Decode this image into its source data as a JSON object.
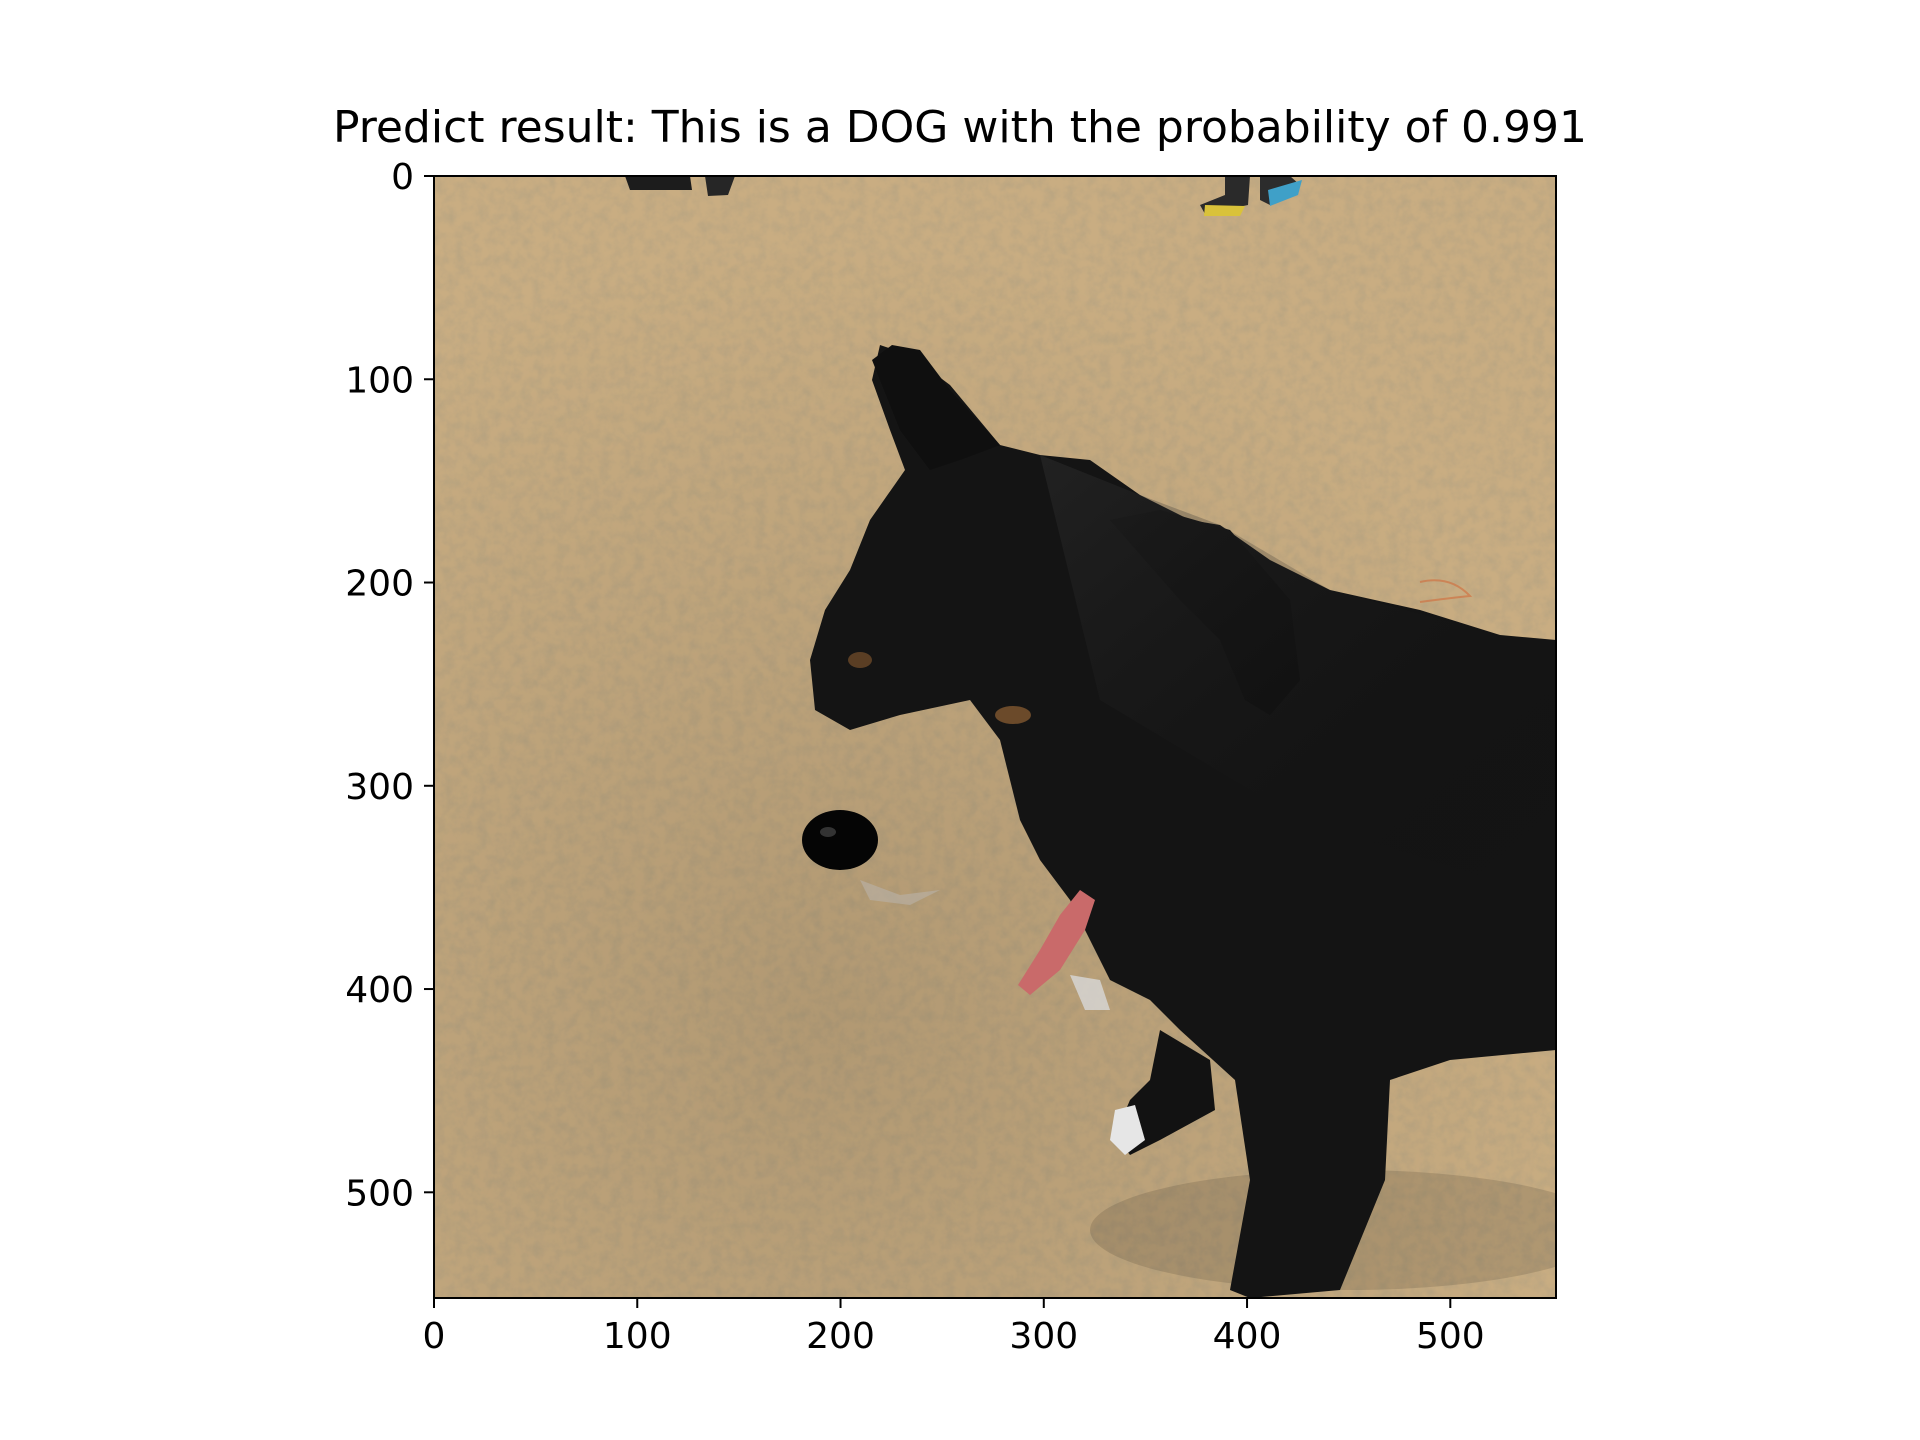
{
  "title": "Predict result: This is a DOG with the probability of 0.991",
  "axes": {
    "x_ticks": [
      "0",
      "100",
      "200",
      "300",
      "400",
      "500"
    ],
    "y_ticks": [
      "0",
      "100",
      "200",
      "300",
      "400",
      "500"
    ],
    "x_range": [
      0,
      552
    ],
    "y_range": [
      0,
      552
    ],
    "y_inverted": true
  },
  "image": {
    "subject": "black dog standing on dry grass lawn",
    "colors": {
      "grass": "#c9ad82",
      "grass_dark": "#a8895c",
      "dog": "#141414",
      "tongue": "#c96a6a"
    }
  }
}
